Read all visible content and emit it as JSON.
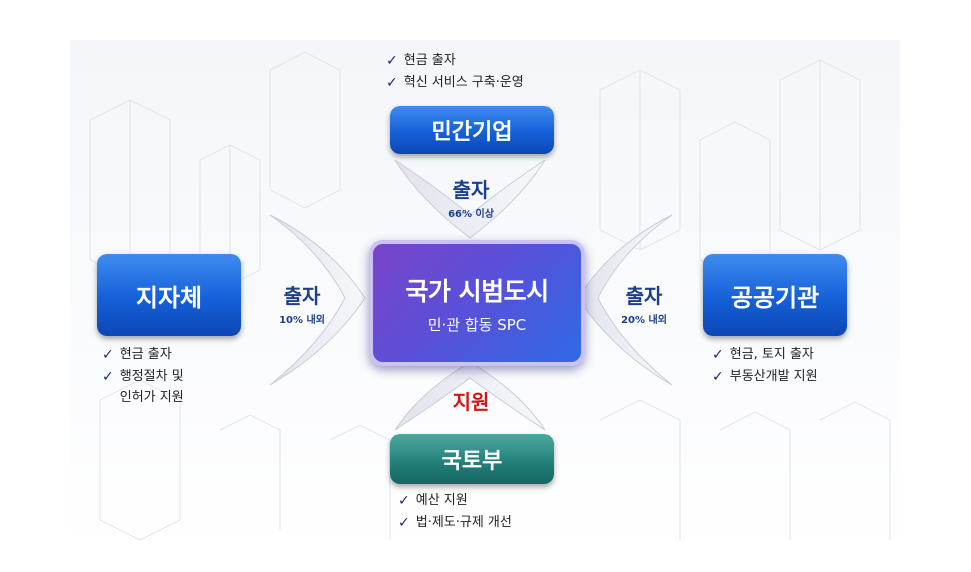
{
  "center": {
    "title": "국가 시범도시",
    "subtitle": "민·관 합동 SPC"
  },
  "nodes": {
    "top": {
      "label": "민간기업",
      "items": [
        "현금 출자",
        "혁신 서비스 구축·운영"
      ]
    },
    "left": {
      "label": "지자체",
      "items": [
        "현금 출자",
        "행정절차 및\n인허가 지원"
      ]
    },
    "right": {
      "label": "공공기관",
      "items": [
        "현금, 토지 출자",
        "부동산개발 지원"
      ]
    },
    "bottom": {
      "label": "국토부",
      "items": [
        "예산 지원",
        "법·제도·규제 개선"
      ]
    }
  },
  "arrows": {
    "top": {
      "label": "출자",
      "sub": "66% 이상"
    },
    "left": {
      "label": "출자",
      "sub": "10% 내외"
    },
    "right": {
      "label": "출자",
      "sub": "20% 내외"
    },
    "bottom": {
      "label": "지원"
    }
  },
  "colors": {
    "blue_box": "#1560d8",
    "teal_box": "#227d78",
    "center_start": "#7a44c8",
    "center_end": "#2f6ae6",
    "label_blue": "#1a3f8f",
    "label_red": "#d01818"
  }
}
